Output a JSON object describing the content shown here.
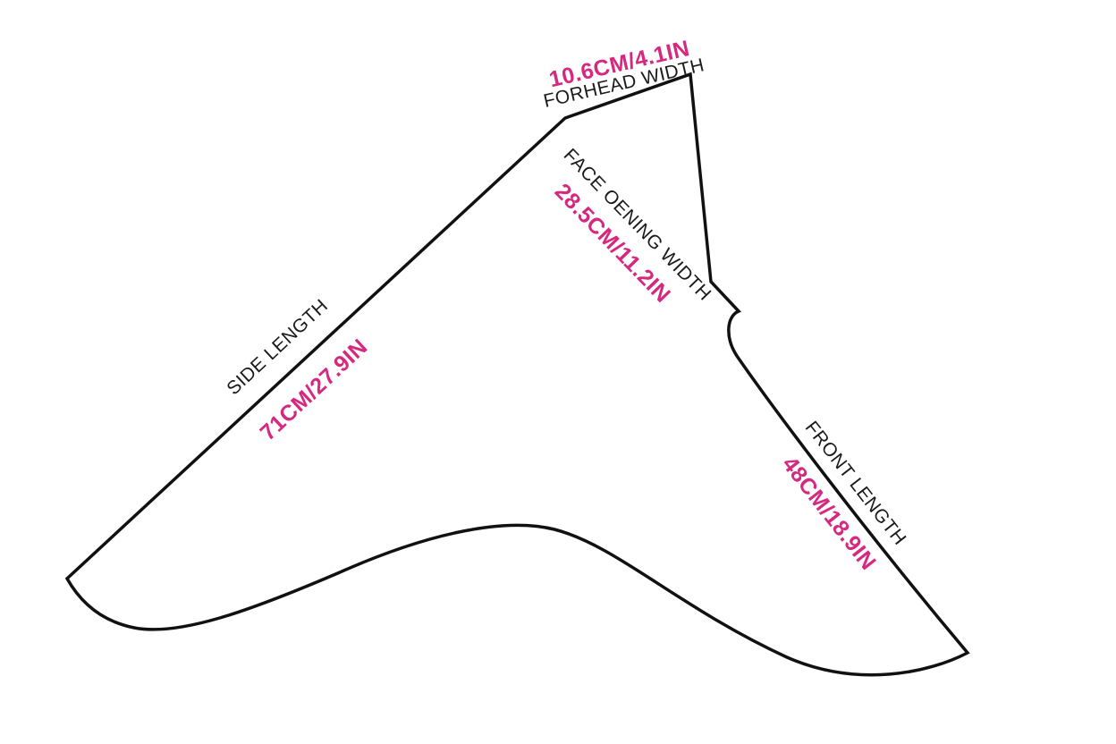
{
  "colors": {
    "outline": "#111111",
    "label": "#1a1a1a",
    "measurement": "#d6287f",
    "background": "#ffffff"
  },
  "measurements": {
    "forehead": {
      "value": "10.6CM/4.1IN",
      "name": "FORHEAD WIDTH"
    },
    "face_opening": {
      "value": "28.5CM/11.2IN",
      "name": "FACE OENING WIDTH"
    },
    "side": {
      "value": "71CM/27.9IN",
      "name": "SIDE LENGTH"
    },
    "front": {
      "value": "48CM/18.9IN",
      "name": "FRONT LENGTH"
    }
  }
}
